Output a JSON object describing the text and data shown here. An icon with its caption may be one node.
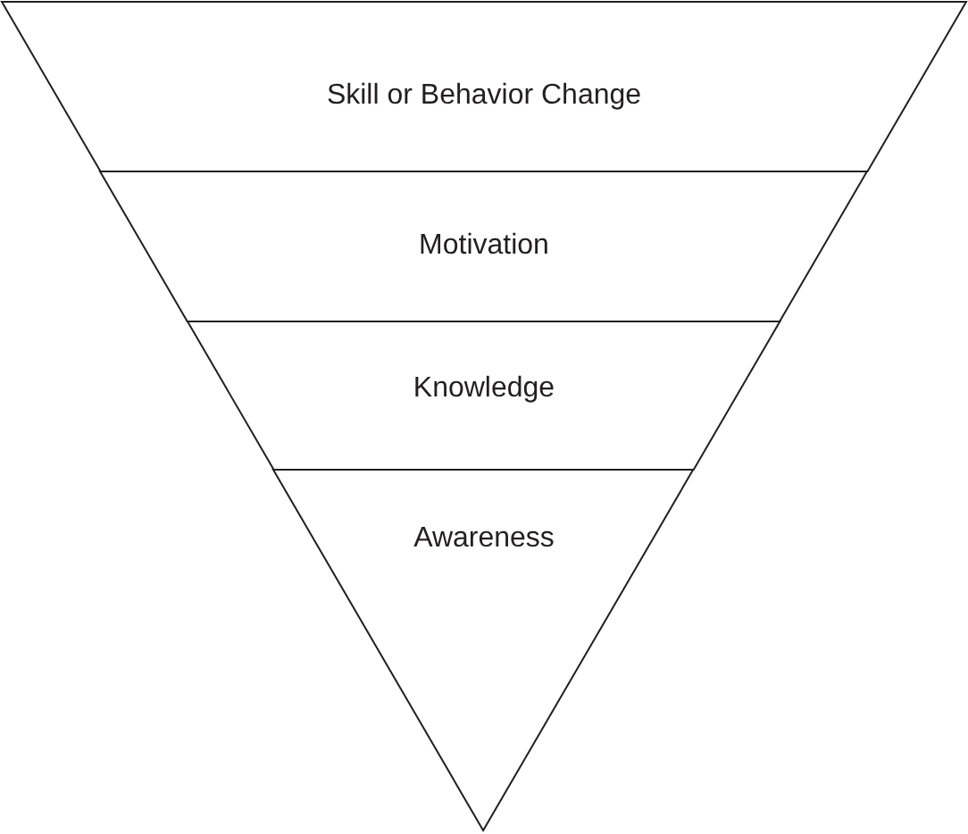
{
  "diagram": {
    "nodes": [
      {
        "text": [
          "Skill or Behavior Change"
        ]
      },
      {
        "text": [
          "Motivation"
        ]
      },
      {
        "text": [
          "Knowledge"
        ]
      },
      {
        "text": [
          "Awareness"
        ]
      }
    ]
  }
}
